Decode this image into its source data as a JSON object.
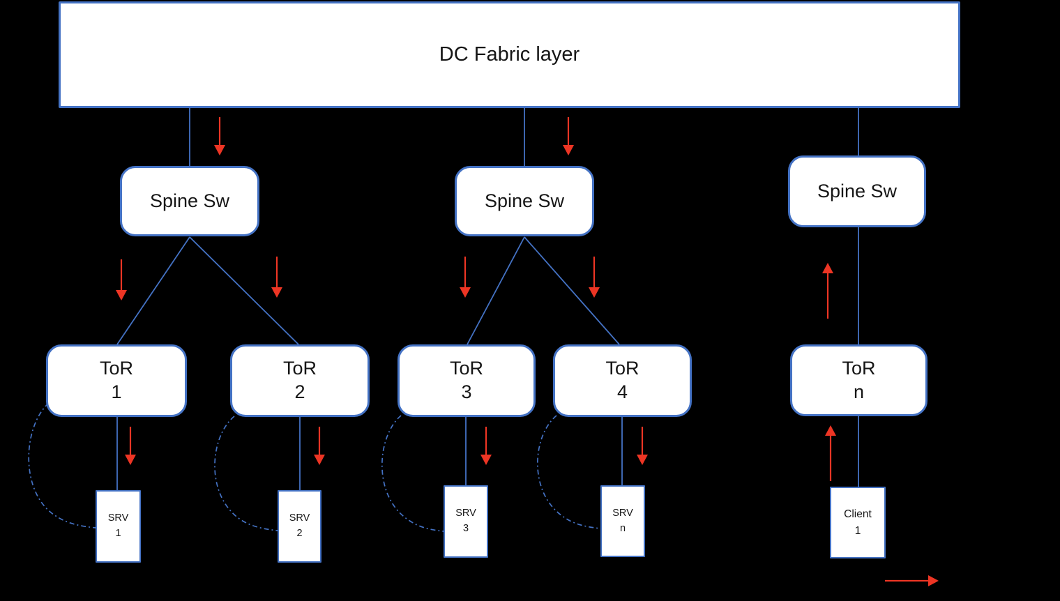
{
  "diagram": {
    "title": "DC Fabric layer",
    "colors": {
      "node_fill": "#ffffff",
      "node_border": "#4472c4",
      "connector_line": "#4472c4",
      "flow_arrow": "#ed3524",
      "background": "#000000",
      "text": "#161616"
    },
    "fabric": {
      "label": "DC Fabric layer"
    },
    "spines": [
      {
        "label": "Spine Sw"
      },
      {
        "label": "Spine Sw"
      },
      {
        "label": "Spine Sw"
      }
    ],
    "tors": [
      {
        "line1": "ToR",
        "line2": "1"
      },
      {
        "line1": "ToR",
        "line2": "2"
      },
      {
        "line1": "ToR",
        "line2": "3"
      },
      {
        "line1": "ToR",
        "line2": "4"
      },
      {
        "line1": "ToR",
        "line2": "n"
      }
    ],
    "endpoints": [
      {
        "line1": "SRV",
        "line2": "1"
      },
      {
        "line1": "SRV",
        "line2": "2"
      },
      {
        "line1": "SRV",
        "line2": "3"
      },
      {
        "line1": "SRV",
        "line2": "n"
      },
      {
        "line1": "Client",
        "line2": "1"
      }
    ]
  }
}
